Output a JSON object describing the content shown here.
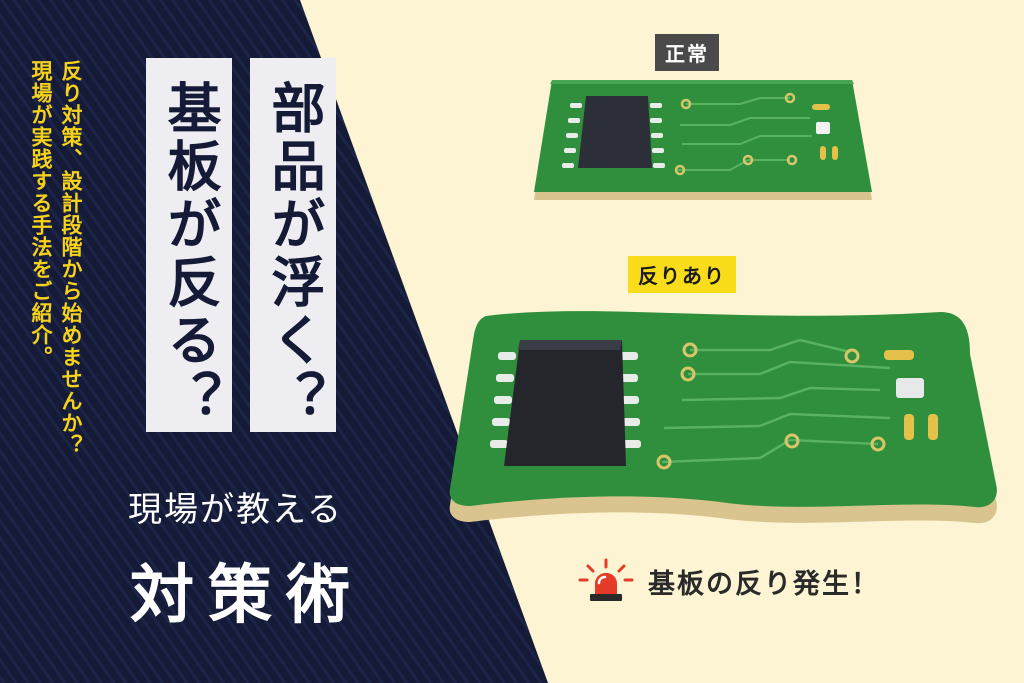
{
  "left_panel": {
    "subtitle_line1": "反り対策、設計段階から始めませんか？",
    "subtitle_line2": "現場が実践する手法をご紹介。",
    "card_kiban": "基板が反る？",
    "card_buhin": "部品が浮く？",
    "tagline": "現場が教える",
    "headline": "対策術"
  },
  "right_panel": {
    "label_normal": "正常",
    "label_warp": "反りあり",
    "alert_text": "基板の反り発生！",
    "alert_icon": "siren-icon"
  },
  "colors": {
    "navy": "#151b36",
    "cream": "#fcf4d2",
    "yellow": "#f6d21a",
    "pcb_green": "#2f8f3c",
    "alert_red": "#e53c2a"
  }
}
